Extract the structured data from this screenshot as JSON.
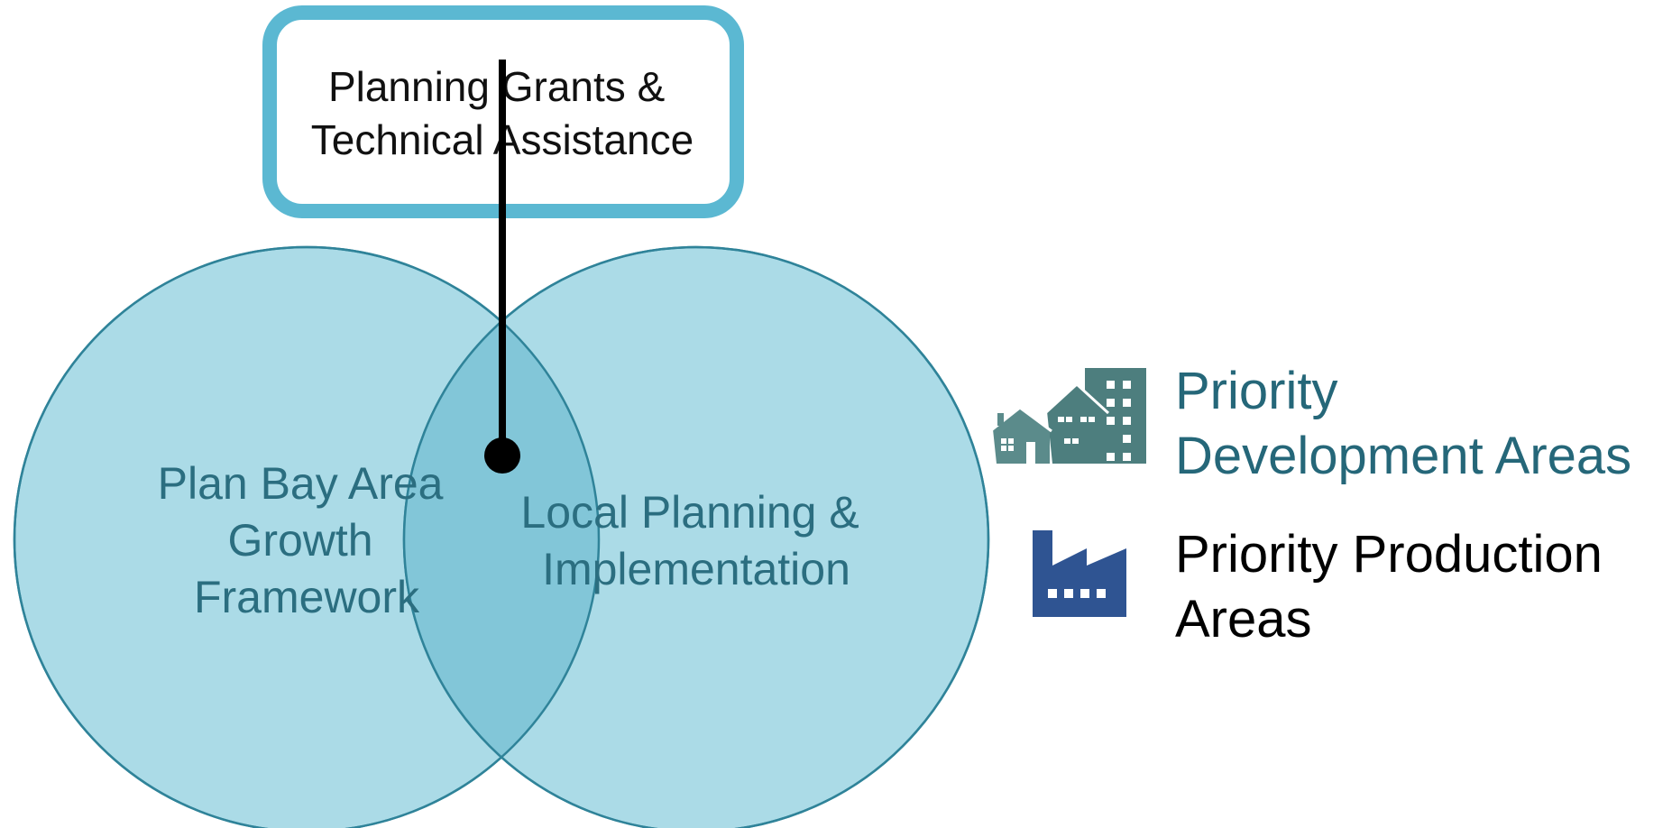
{
  "callout": {
    "line1": "Planning Grants &",
    "line2": "Technical Assistance",
    "border_color": "#5bb8d2"
  },
  "circles": {
    "left": {
      "line1": "Plan Bay Area",
      "line2": "Growth",
      "line3": "Framework"
    },
    "right": {
      "line1": "Local Planning &",
      "line2": "Implementation"
    },
    "fill_color": "#abdbe7",
    "overlap_color": "#82c6d8",
    "stroke_color": "#2f8399",
    "text_color": "#2b6e80"
  },
  "legend": {
    "pda": {
      "icon": "buildings-icon",
      "line1": "Priority",
      "line2": "Development Areas",
      "color": "#256779"
    },
    "ppa": {
      "icon": "factory-icon",
      "line1": "Priority Production",
      "line2": "Areas",
      "color": "#000000"
    }
  }
}
